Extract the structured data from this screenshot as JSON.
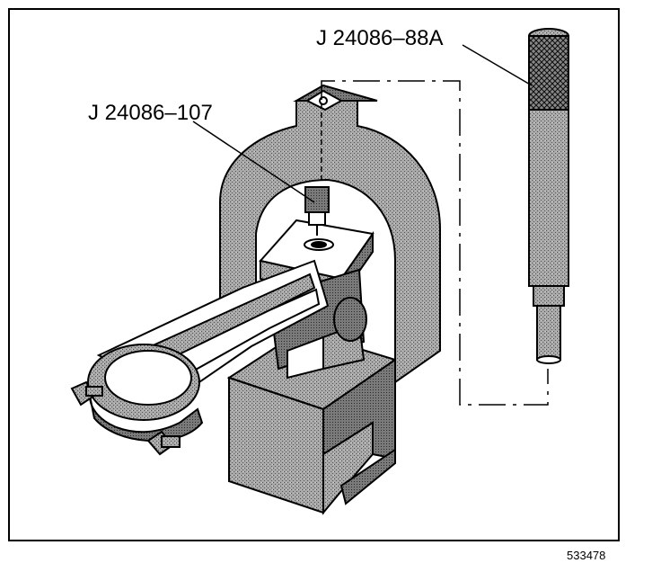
{
  "figure": {
    "callouts": {
      "tool_88a": "J 24086–88A",
      "tool_107": "J 24086–107"
    },
    "figure_number": "533478",
    "colors": {
      "ink": "#000000",
      "paper": "#ffffff",
      "stipple": "#9a9a9a"
    }
  }
}
